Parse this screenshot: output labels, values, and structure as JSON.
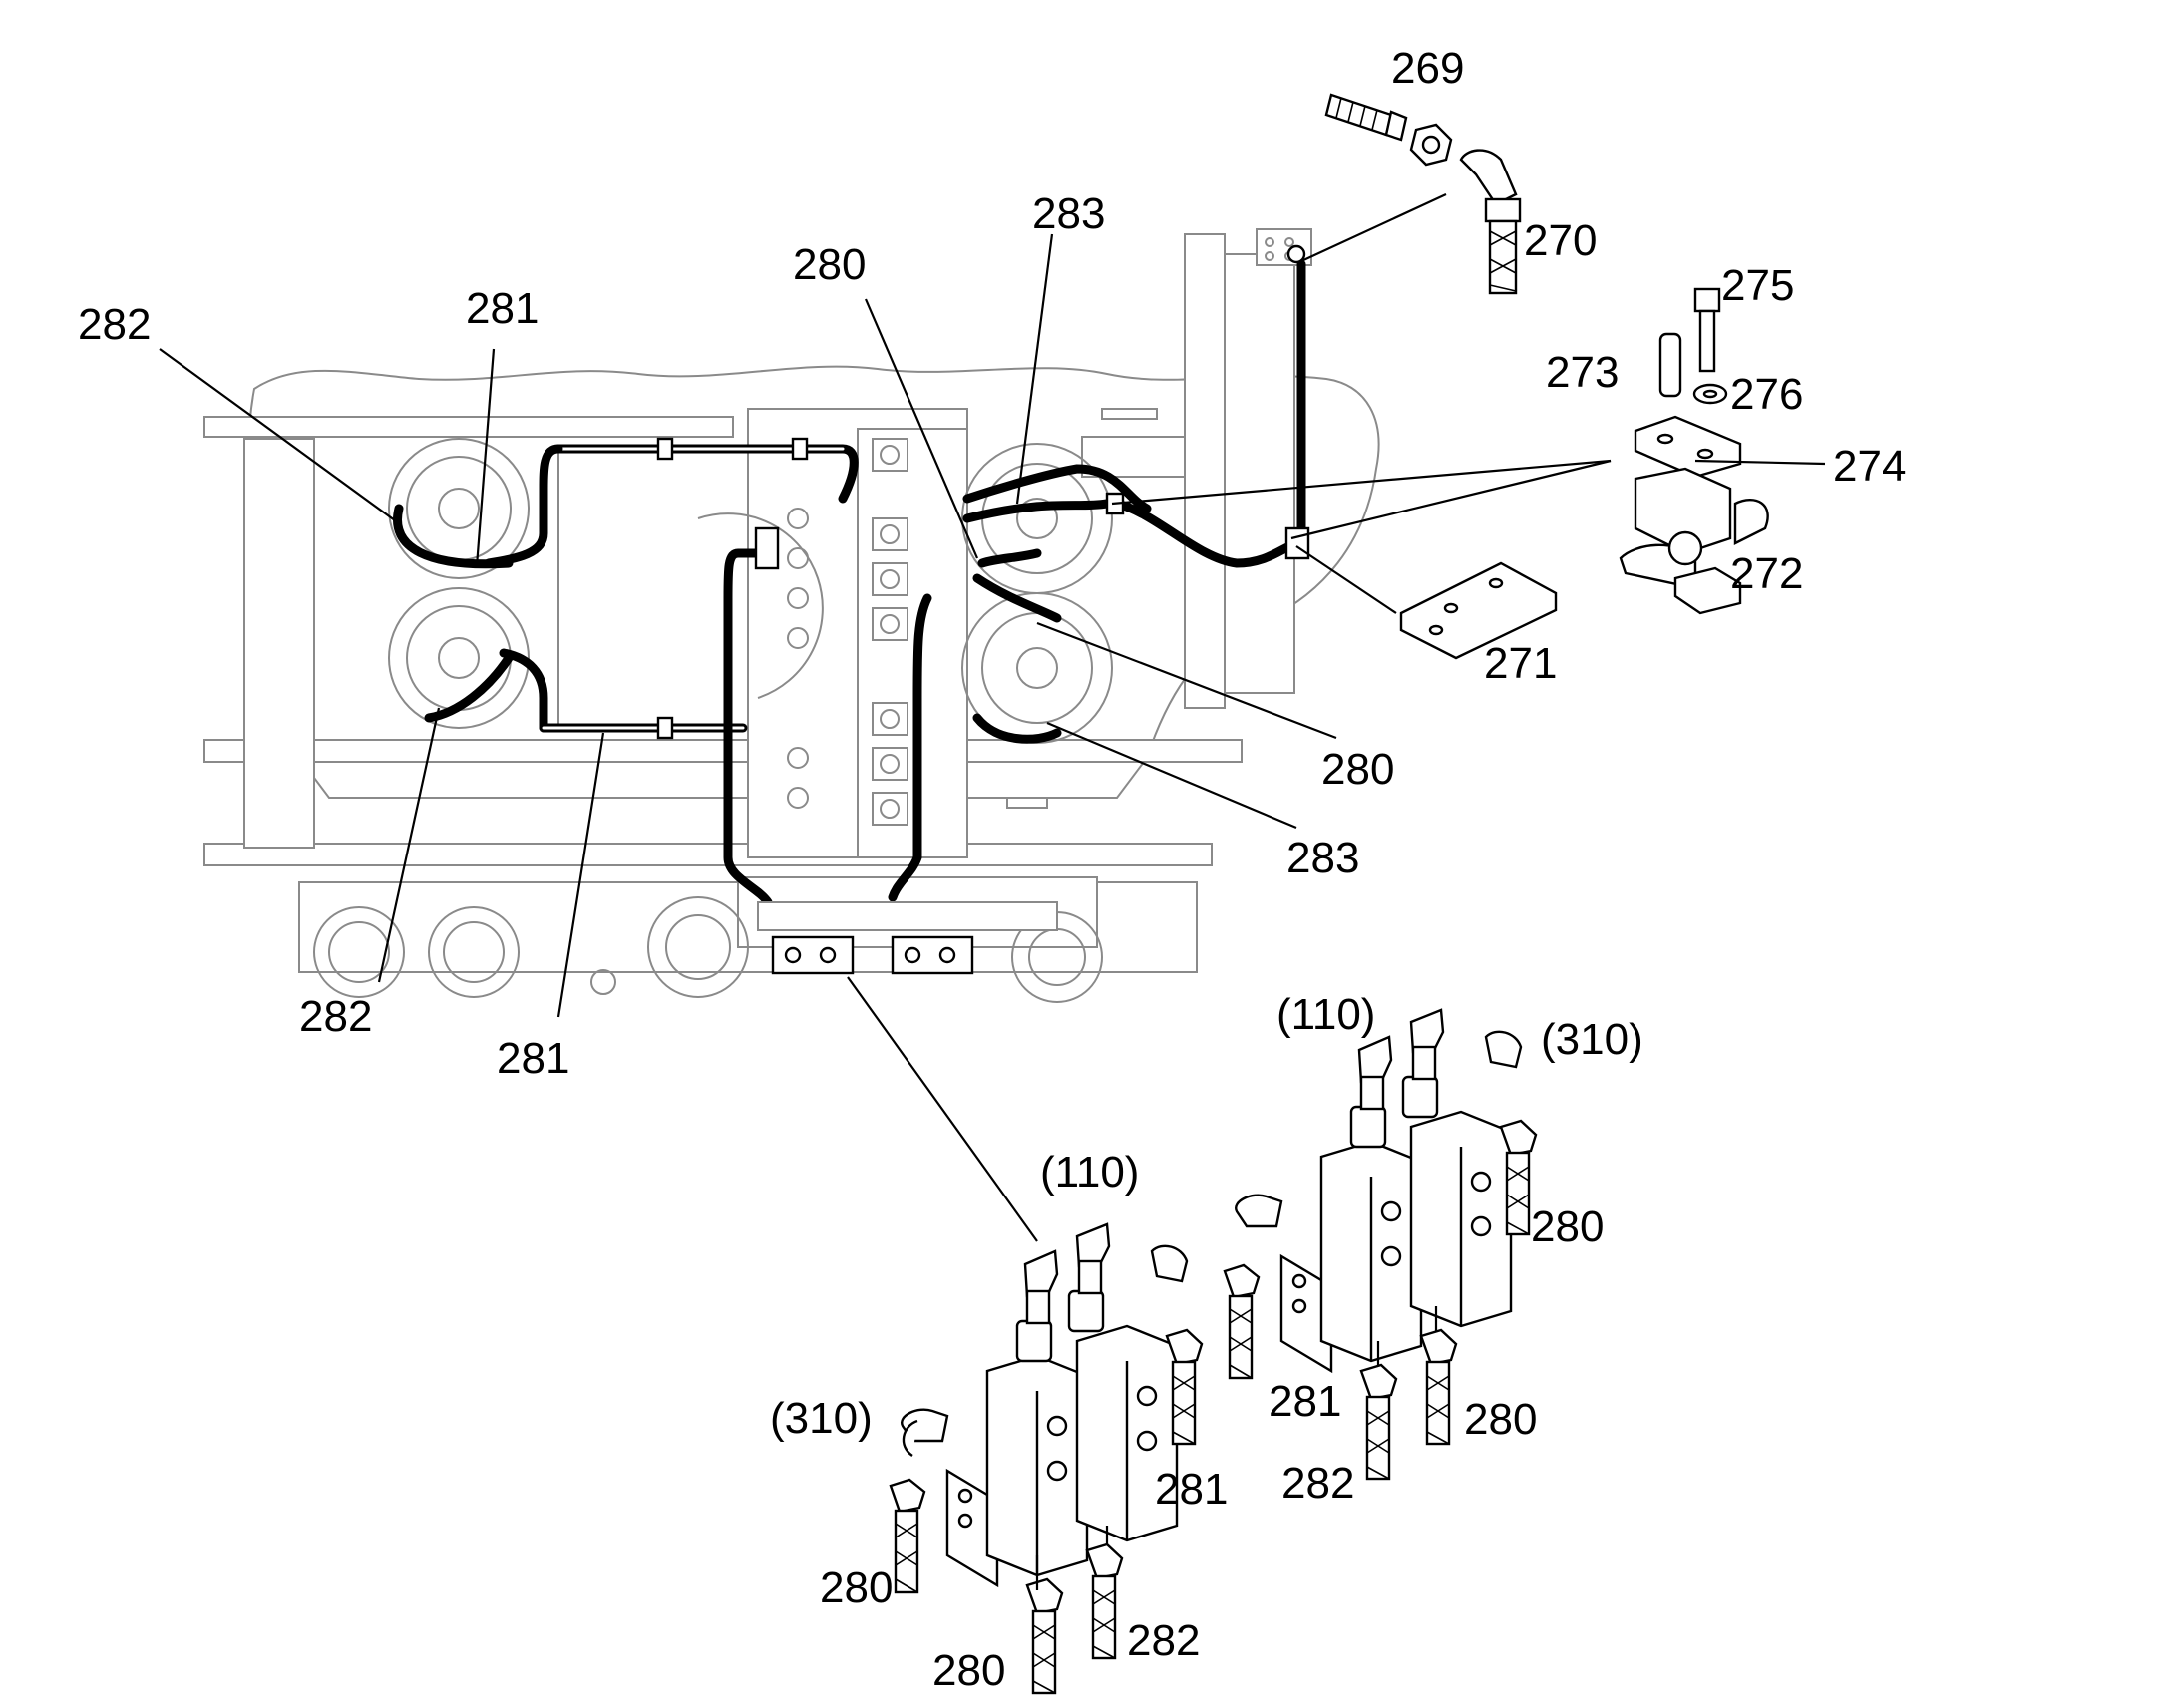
{
  "diagram": {
    "callouts": [
      {
        "text": "269"
      },
      {
        "text": "270"
      },
      {
        "text": "283"
      },
      {
        "text": "280"
      },
      {
        "text": "281"
      },
      {
        "text": "282"
      },
      {
        "text": "275"
      },
      {
        "text": "273"
      },
      {
        "text": "276"
      },
      {
        "text": "274"
      },
      {
        "text": "272"
      },
      {
        "text": "271"
      },
      {
        "text": "280"
      },
      {
        "text": "283"
      },
      {
        "text": "282"
      },
      {
        "text": "281"
      },
      {
        "text": "(110)"
      },
      {
        "text": "(310)"
      },
      {
        "text": "280"
      },
      {
        "text": "281"
      },
      {
        "text": "282"
      },
      {
        "text": "280"
      },
      {
        "text": "(110)"
      },
      {
        "text": "(310)"
      },
      {
        "text": "281"
      },
      {
        "text": "280"
      },
      {
        "text": "280"
      },
      {
        "text": "282"
      }
    ]
  }
}
